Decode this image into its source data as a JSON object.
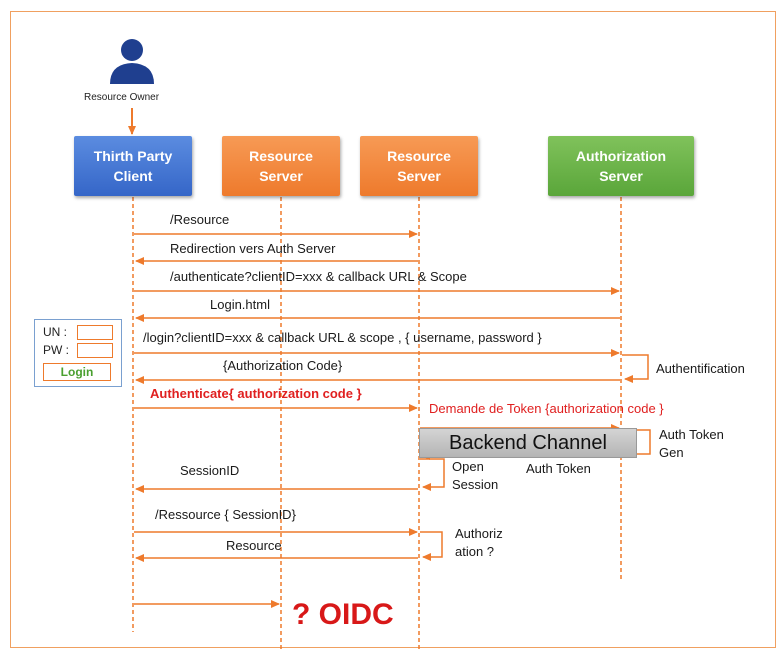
{
  "resource_owner": {
    "label": "Resource Owner"
  },
  "participants": [
    {
      "id": "client",
      "label": "Thirth Party\nClient",
      "color": "blue"
    },
    {
      "id": "resource_server_1",
      "label": "Resource\nServer",
      "color": "orange"
    },
    {
      "id": "resource_server_2",
      "label": "Resource\nServer",
      "color": "orange"
    },
    {
      "id": "authorization_server",
      "label": "Authorization\nServer",
      "color": "green"
    }
  ],
  "messages": [
    {
      "id": "m1",
      "text": "/Resource"
    },
    {
      "id": "m2",
      "text": "Redirection vers Auth Server"
    },
    {
      "id": "m3",
      "text": "/authenticate?clientID=xxx & callback URL & Scope"
    },
    {
      "id": "m4",
      "text": "Login.html"
    },
    {
      "id": "m5",
      "text": "/login?clientID=xxx & callback URL & scope , { username, password }"
    },
    {
      "id": "m6",
      "text": "{Authorization Code}"
    },
    {
      "id": "m7",
      "text": "Authenticate{ authorization code }"
    },
    {
      "id": "m8",
      "text": "Demande de Token {authorization code }"
    },
    {
      "id": "m9",
      "text": "Auth Token"
    },
    {
      "id": "m10",
      "text": "SessionID"
    },
    {
      "id": "m11",
      "text": "/Ressource { SessionID}"
    },
    {
      "id": "m12",
      "text": "Resource"
    }
  ],
  "notes": [
    {
      "id": "n1",
      "text": "Authentification"
    },
    {
      "id": "n2",
      "text": "Auth Token\nGen"
    },
    {
      "id": "n3",
      "text": "Open\nSession"
    },
    {
      "id": "n4",
      "text": "Authoriz\nation ?"
    }
  ],
  "backend_channel": "Backend Channel",
  "login_form": {
    "un_label": "UN :",
    "pw_label": "PW :",
    "button": "Login"
  },
  "oidc_label": "? OIDC",
  "colors": {
    "line": "#ee7a2c",
    "frame": "#f0a060",
    "client_blue": "#3566c8",
    "resource_orange": "#ee7a2c",
    "auth_green": "#5aa63a",
    "owner_icon": "#1f3f8f",
    "red_text": "#e02020"
  }
}
